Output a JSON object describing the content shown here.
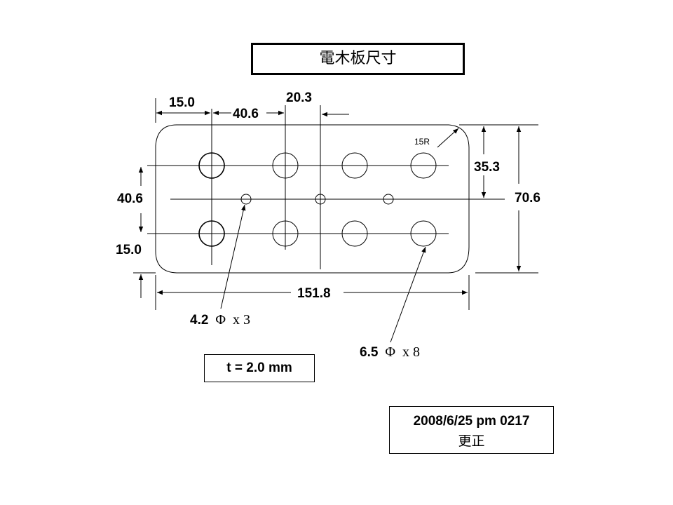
{
  "title": "電木板尺寸",
  "dimensions": {
    "left_margin": "15.0",
    "hole_pitch": "40.6",
    "small_hole_offset": "20.3",
    "row_pitch": "40.6",
    "bottom_margin": "15.0",
    "half_height": "35.3",
    "height": "70.6",
    "length": "151.8",
    "corner_radius": "15R"
  },
  "callouts": {
    "small_hole": {
      "dia": "4.2",
      "symbol": "Φ",
      "count": "x 3"
    },
    "large_hole": {
      "dia": "6.5",
      "symbol": "Φ",
      "count": "x 8"
    }
  },
  "thickness": "t  = 2.0 mm",
  "revision": {
    "date": "2008/6/25 pm 0217",
    "note": "更正"
  }
}
